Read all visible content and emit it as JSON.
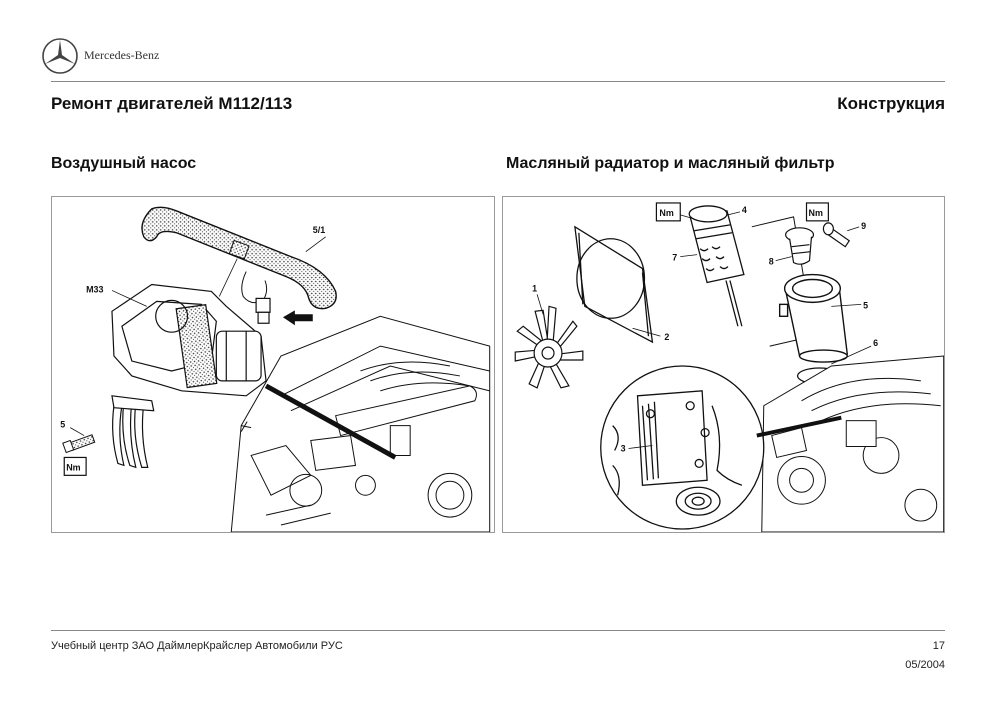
{
  "header": {
    "brand": "Mercedes-Benz",
    "logo_icon": "mercedes-star-icon",
    "document_title": "Ремонт двигателей М112/113",
    "section_title": "Конструкция"
  },
  "panels": [
    {
      "title": "Воздушный насос",
      "labels": {
        "m33": "M33",
        "l51": "5/1",
        "l5": "5",
        "nm": "Nm"
      }
    },
    {
      "title": "Масляный радиатор и масляный фильтр",
      "labels": {
        "l1": "1",
        "l2": "2",
        "l3": "3",
        "l4": "4",
        "l5": "5",
        "l6": "6",
        "l7": "7",
        "l8": "8",
        "l9": "9",
        "nm1": "Nm",
        "nm2": "Nm"
      }
    }
  ],
  "footer": {
    "organization": "Учебный центр ЗАО ДаймлерКрайслер Автомобили РУС",
    "page_number": "17",
    "date": "05/2004"
  }
}
